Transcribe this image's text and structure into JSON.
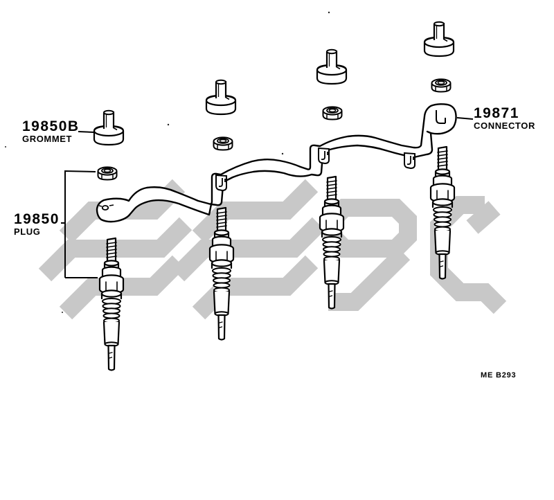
{
  "labels": {
    "grommet": {
      "part_no": "19850B",
      "name": "GROMMET"
    },
    "connector": {
      "part_no": "19871",
      "name": "CONNECTOR"
    },
    "plug": {
      "part_no": "19850",
      "name": "PLUG"
    }
  },
  "figure_code": "ME B293",
  "colors": {
    "line": "#000000",
    "background": "#ffffff",
    "watermark": "#c8c8c8"
  },
  "parts_visible": {
    "grommets": 4,
    "nuts": 4,
    "glow_plugs": 4,
    "connector_bars": 1
  }
}
